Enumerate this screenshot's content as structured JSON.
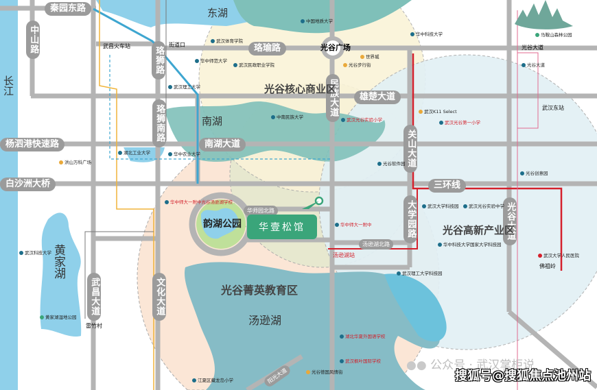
{
  "colors": {
    "river": "#8fd0ea",
    "lake_teal": "#7fbfb8",
    "road": "#b4b4b4",
    "metro_red": "#d4202c",
    "metro_blue": "#3ea6d0",
    "project": "#3aa57a",
    "metro_yellow": "#f0b43a"
  },
  "roads": [
    "秦园东路",
    "中山路",
    "珞瑜路",
    "珞狮路",
    "珞狮南路",
    "光谷广场",
    "民族大道",
    "雄楚大道",
    "关山大道",
    "南湖大道",
    "杨泗港快速路",
    "白沙洲大桥",
    "三环线",
    "大学园路",
    "光谷大道",
    "华师园北路",
    "汤逊湖北路",
    "武昌大道",
    "文化大道",
    "光谷大道",
    "阳光大道"
  ],
  "water": {
    "yangtze": "长江",
    "east_lake": "东湖",
    "south_lake": "南湖",
    "huangjia_lake": "黄家湖",
    "tangxun_lake": "汤逊湖"
  },
  "zones": {
    "core": "光谷核心商业区",
    "education": "光谷菁英教育区",
    "industry": "光谷高新产业区"
  },
  "park": "韵湖公园",
  "project": {
    "name": "华壹松馆"
  },
  "stations": [
    "武昌火车站",
    "街道口",
    "武汉东站",
    "汤逊湖站",
    "佛祖岭",
    "雷竹村"
  ],
  "pois": [
    {
      "name": "中国地质大学",
      "red": false
    },
    {
      "name": "华中科技大学",
      "red": false
    },
    {
      "name": "武汉体育学院",
      "red": false
    },
    {
      "name": "华中师范大学",
      "red": false
    },
    {
      "name": "武汉民政职业学院",
      "red": false
    },
    {
      "name": "光谷步行街",
      "red": false
    },
    {
      "name": "世界城",
      "red": false
    },
    {
      "name": "武汉理工大学",
      "red": false
    },
    {
      "name": "中南民族大学",
      "red": false
    },
    {
      "name": "湖北工业大学",
      "red": false
    },
    {
      "name": "华中农业大学",
      "red": false
    },
    {
      "name": "武汉K11 Select",
      "red": false
    },
    {
      "name": "武汉光谷第一小学",
      "red": true
    },
    {
      "name": "武汉光谷实验小学",
      "red": true
    },
    {
      "name": "光谷软件园",
      "red": false
    },
    {
      "name": "华中师大一附中",
      "red": true
    },
    {
      "name": "武汉大学科技园",
      "red": false
    },
    {
      "name": "武汉光谷实验中学",
      "red": false
    },
    {
      "name": "华中科技大学国家大学科技园",
      "red": false
    },
    {
      "name": "武汉理工大学科技园",
      "red": false
    },
    {
      "name": "武汉大学人民医院",
      "red": false
    },
    {
      "name": "马鞍山森林公园",
      "red": false
    },
    {
      "name": "光谷大道",
      "red": false
    },
    {
      "name": "光谷创意园",
      "red": false
    },
    {
      "name": "黄家湖湿地公园",
      "red": false
    },
    {
      "name": "武汉科技大学",
      "red": false
    },
    {
      "name": "江夏区藏龙岛小学",
      "red": false
    },
    {
      "name": "湖北华夏外国语学校",
      "red": true
    },
    {
      "name": "武汉枫叶国际学校",
      "red": true
    },
    {
      "name": "洪山万科广场",
      "red": false
    },
    {
      "name": "光谷德国风情街",
      "red": false
    },
    {
      "name": "华中师大一附中光谷汤逊湖学校",
      "red": true
    }
  ],
  "watermark": {
    "wechat": "公众号 · 武汉掌柜说",
    "sohu": "搜狐号@搜狐焦点池州站"
  }
}
